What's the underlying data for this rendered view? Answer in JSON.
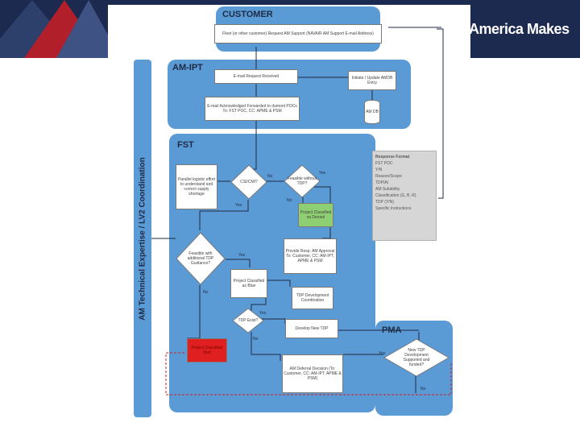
{
  "brand": {
    "name": "America Makes"
  },
  "colors": {
    "banner": "#1b2a4e",
    "swimlane": "#5b9bd5",
    "red_box": "#e02020",
    "green_box": "#8fcf73"
  },
  "side_label": "AM Technical Expertise / LV2 Coordination",
  "lanes": {
    "customer": "CUSTOMER",
    "amipt": "AM-IPT",
    "fst": "FST",
    "pma": "PMA"
  },
  "boxes": {
    "customer_request": "Fleet (or other customer) Request AM Support (NAVAIR AM Support E-mail Address)",
    "email_received": "E-mail Request Received",
    "initiate_update": "Initiate / Update AMDB Entry",
    "db": "AM DB",
    "email_ack": "E-mail Acknowledged Forwarded to dumont POCs To: FST POC, CC: APME & PSM",
    "parallel": "Parallel logistic effort to understand and correct supply shortage",
    "project_denied": "Project Classified as Denied",
    "provide_resp": "Provide Resp. AM Approval To: Customer, CC: AM-IPT, APME & PSM",
    "project_blue": "Project Classified as Blue",
    "tdp_dev": "TDP Development Coordination",
    "develop_tdp": "Develop New TDP",
    "project_red": "Project Classified Red",
    "am_deferral": "AM Deferral Decision (To: Customer, CC: AM-IPT, APME & PSM)"
  },
  "decisions": {
    "csi_cmi": "CSI/CMI?",
    "feasible_without": "Feasible without TDP?",
    "feasible_with": "Feasible with additional TDP Guidance?",
    "tdp_exist": "TDP Exist?",
    "new_tdp": "New TDP Development Supported and funded?"
  },
  "branch_labels": {
    "no1": "No",
    "yes1": "Yes",
    "yes_csi": "Yes",
    "no2": "No",
    "yes_fw": "Yes",
    "no_fw": "No",
    "yes_tdp": "Yes",
    "no_tdp": "No",
    "yes_pma": "Yes",
    "no_pma": "No"
  },
  "legend": {
    "title": "Response Format",
    "items": [
      "FST POC",
      "Y/N",
      "Reason/Scope",
      "TDP/AI",
      "AM Suitability",
      "Classification (G, B, R)",
      "TDP (Y/N)",
      "Specific Instructions"
    ]
  }
}
